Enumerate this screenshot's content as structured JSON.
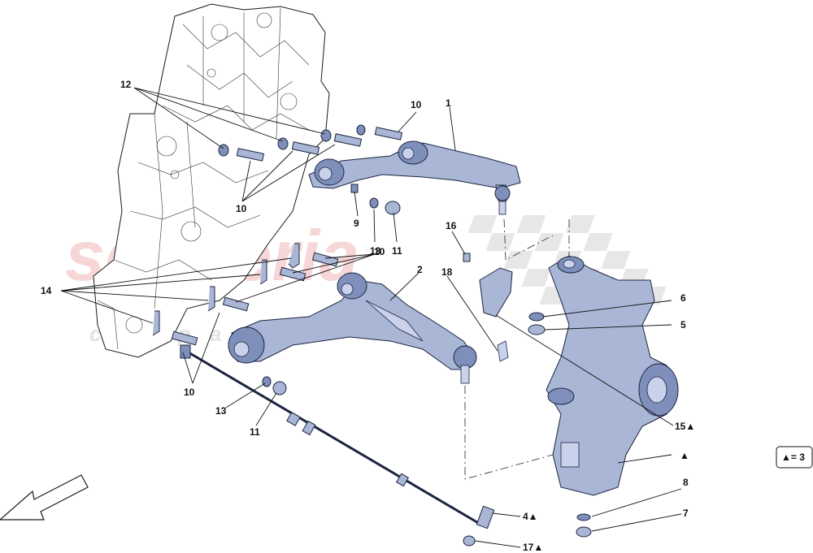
{
  "watermark": {
    "brand": "scuderia",
    "sub": "c a r p a r t s",
    "color": "#f4c9c9",
    "sub_color": "#e3e3e3"
  },
  "legend": {
    "text": "▲= 3"
  },
  "callouts": {
    "c1": "1",
    "c2": "2",
    "c4": "4▲",
    "c5": "5",
    "c6": "6",
    "c7": "7",
    "c8": "8",
    "c9": "9",
    "c10a": "10",
    "c10b": "10",
    "c10c": "10",
    "c10d": "10",
    "c11a": "11",
    "c11b": "11",
    "c12": "12",
    "c13a": "13",
    "c13b": "13",
    "c14": "14",
    "c15": "15▲",
    "c16": "16",
    "c17": "17▲",
    "c18": "18",
    "ctri": "▲"
  },
  "colors": {
    "part_fill": "#a9b6d6",
    "part_outline": "#1c2540"
  },
  "icons": {
    "direction": "arrow-front-icon"
  }
}
